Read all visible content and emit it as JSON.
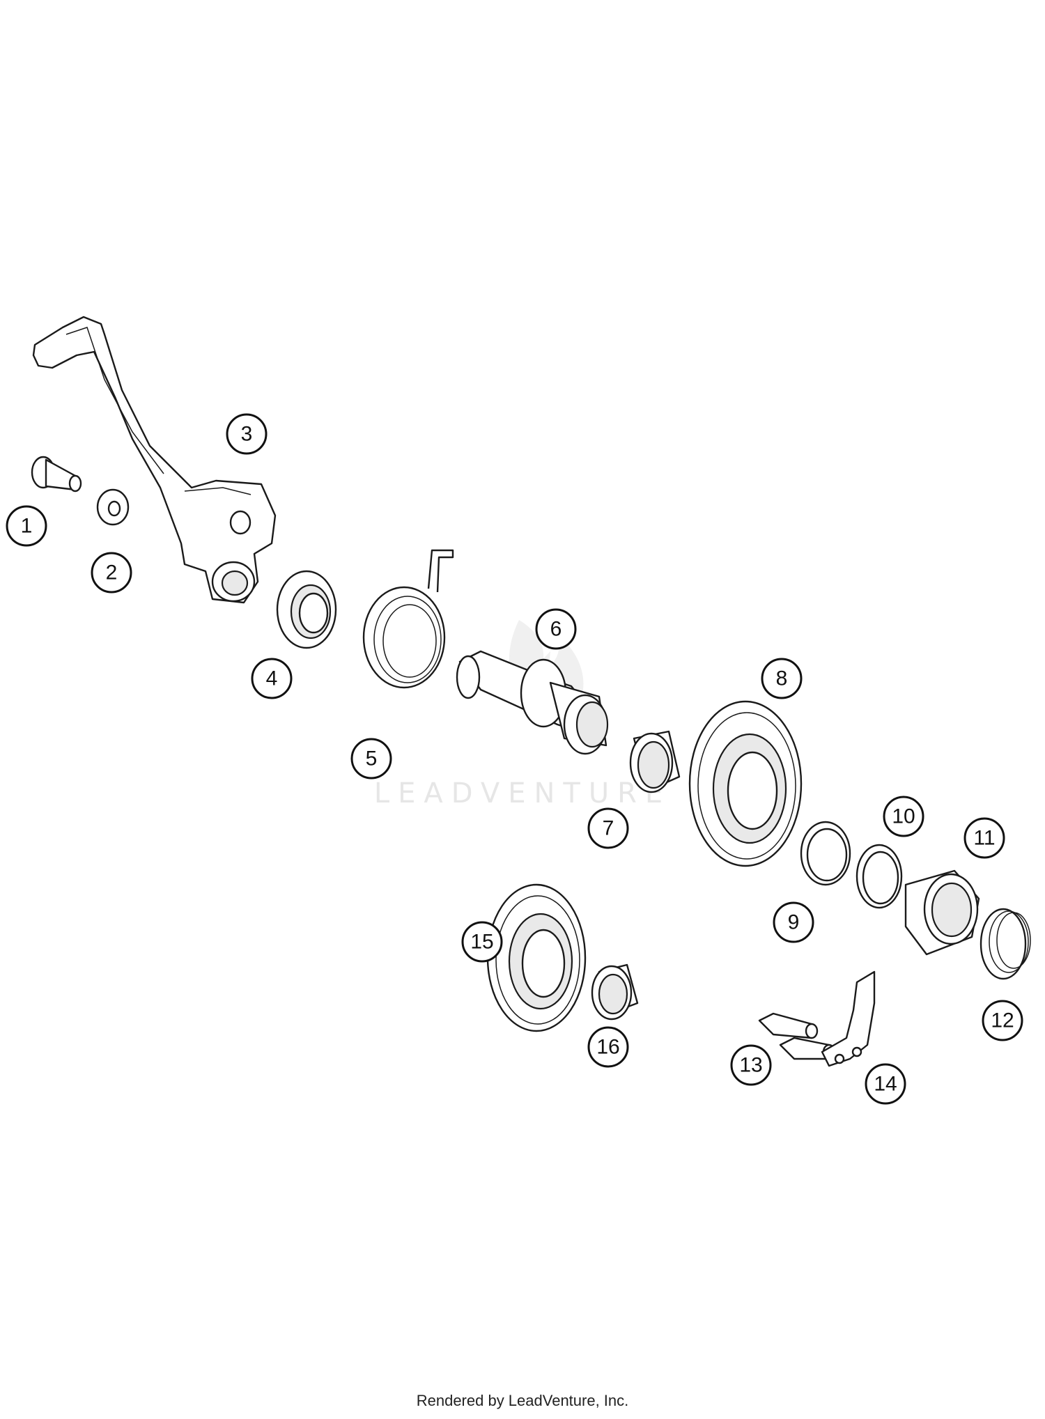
{
  "callouts": [
    "1",
    "2",
    "3",
    "4",
    "5",
    "6",
    "7",
    "8",
    "9",
    "10",
    "11",
    "12",
    "13",
    "14",
    "15",
    "16"
  ],
  "watermark": "LEADVENTURE",
  "credit": "Rendered by LeadVenture, Inc."
}
